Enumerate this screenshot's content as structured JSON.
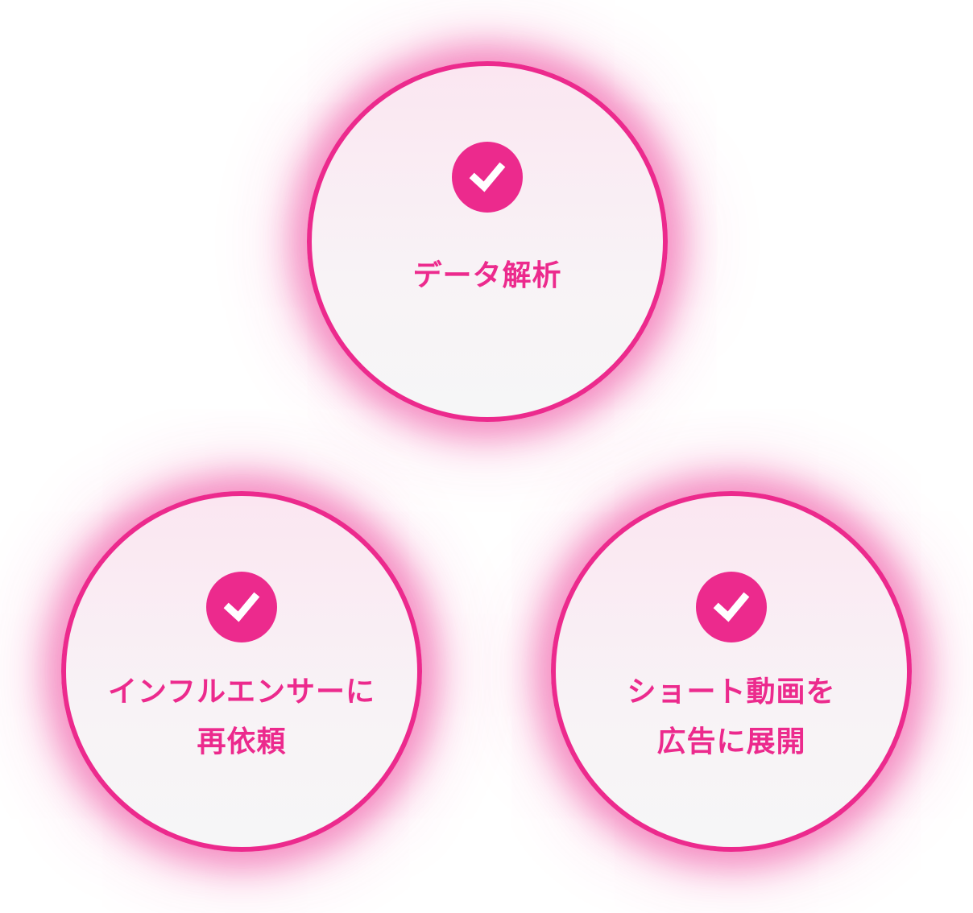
{
  "colors": {
    "accent": "#ec2a8d",
    "fill_top": "#fbe6f1",
    "fill_bottom": "#f6f6f7",
    "check_mark": "#ffffff"
  },
  "circles": [
    {
      "icon": "check-circle-icon",
      "lines": [
        "データ解析"
      ]
    },
    {
      "icon": "check-circle-icon",
      "lines": [
        "インフルエンサーに",
        "再依頼"
      ]
    },
    {
      "icon": "check-circle-icon",
      "lines": [
        "ショート動画を",
        "広告に展開"
      ]
    }
  ]
}
